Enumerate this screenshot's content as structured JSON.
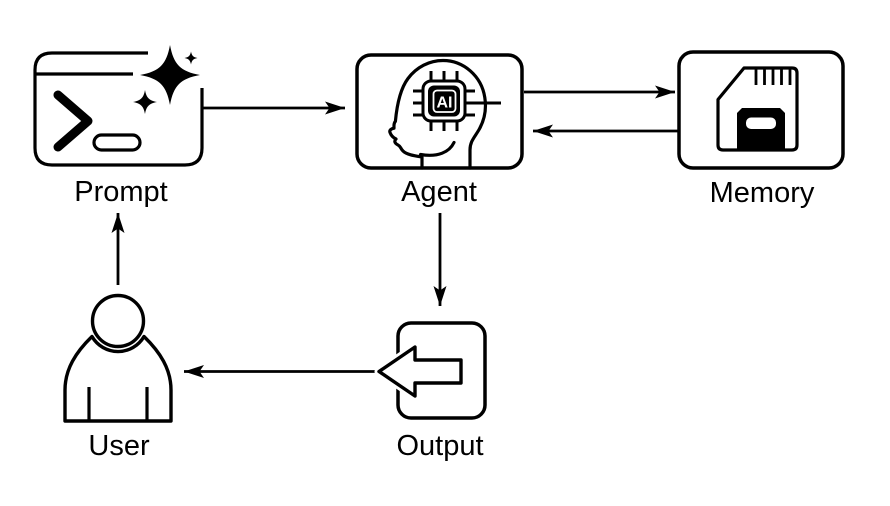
{
  "diagram": {
    "background_color": "#ffffff",
    "line_color": "#000000",
    "nodes": [
      {
        "id": "prompt",
        "label": "Prompt",
        "icon": "terminal-sparkles-icon"
      },
      {
        "id": "agent",
        "label": "Agent",
        "icon": "head-ai-chip-icon",
        "chip_text": "AI"
      },
      {
        "id": "memory",
        "label": "Memory",
        "icon": "sd-card-icon"
      },
      {
        "id": "user",
        "label": "User",
        "icon": "person-icon"
      },
      {
        "id": "output",
        "label": "Output",
        "icon": "import-arrow-icon"
      }
    ],
    "edges": [
      {
        "from": "Prompt",
        "to": "Agent",
        "direction": "right"
      },
      {
        "from": "Agent",
        "to": "Memory",
        "direction": "right"
      },
      {
        "from": "Memory",
        "to": "Agent",
        "direction": "left"
      },
      {
        "from": "Agent",
        "to": "Output",
        "direction": "down"
      },
      {
        "from": "Output",
        "to": "User",
        "direction": "left"
      },
      {
        "from": "User",
        "to": "Prompt",
        "direction": "up"
      }
    ]
  }
}
